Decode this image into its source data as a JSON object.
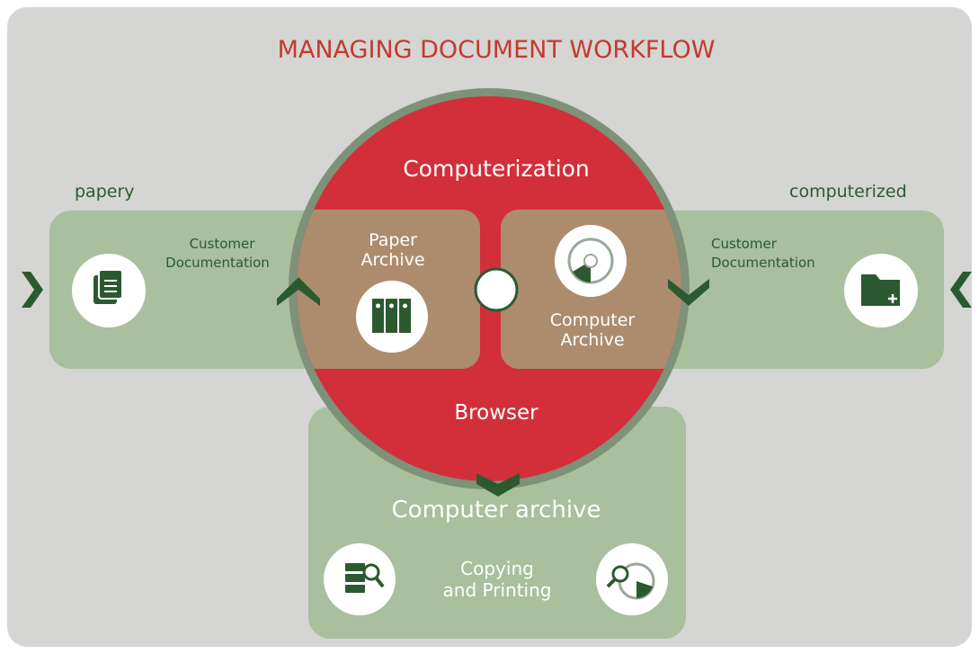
{
  "title": "MANAGING DOCUMENT WORKFLOW",
  "left_section": {
    "heading": "papery",
    "customer_doc_line1": "Customer",
    "customer_doc_line2": "Documentation",
    "icon": "documents-icon"
  },
  "right_section": {
    "heading": "computerized",
    "customer_doc_line1": "Customer",
    "customer_doc_line2": "Documentation",
    "icon": "folder-plus-icon"
  },
  "circle": {
    "top_label": "Computerization",
    "bottom_label": "Browser",
    "paper_archive_line1": "Paper",
    "paper_archive_line2": "Archive",
    "paper_archive_icon": "binders-icon",
    "computer_archive_line1": "Computer",
    "computer_archive_line2": "Archive",
    "computer_archive_icon": "disc-icon"
  },
  "bottom_section": {
    "heading": "Computer archive",
    "copying_line1": "Copying",
    "copying_line2": "and Printing",
    "left_icon": "server-search-icon",
    "right_icon": "disc-search-icon"
  },
  "colors": {
    "background": "#d5d5d3",
    "title": "#c43a2e",
    "green_panel": "#a9bf9e",
    "dark_green": "#2c5a30",
    "red": "#d22f3b",
    "tan": "#ad8c6e",
    "ring": "#7d9278",
    "white": "#ffffff"
  }
}
